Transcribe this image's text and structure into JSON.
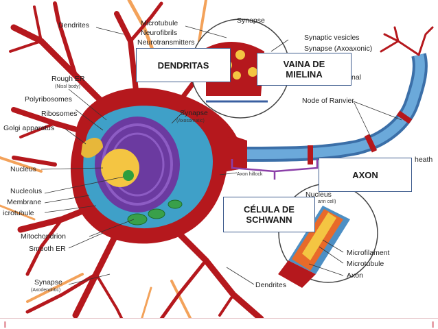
{
  "labels": {
    "dendrites_top": "Dendrites",
    "microtubule_top": "Microtubule",
    "neurofibrils": "Neurofibrils",
    "neurotransmitters": "Neurotransmitters",
    "synapse_top": "Synapse",
    "synaptic_vesicles": "Synaptic vesicles",
    "synapse_axoaxonic": "Synapse (Axoaxonic)",
    "terminal": "nal",
    "rough_er": "Rough ER",
    "nissl_body": "(Nissl body)",
    "polyribosomes": "Polyribosomes",
    "ribosomes": "Ribosomes",
    "golgi": "Golgi apparatus",
    "synapse_mid": "Synapse",
    "axosomatic": "(Axosomatic)",
    "node_ranvier": "Node of Ranvier",
    "sheath": "heath",
    "nucleus": "Nucleus",
    "nucleolus": "Nucleolus",
    "membrane": "Membrane",
    "microtubule_left": "icrotubule",
    "axon_hillock": "Axon hillock",
    "nucleus_schwann": "Nucleus",
    "schwann_cell": "ann cell)",
    "mitochondrion": "Mitochondrion",
    "smooth_er": "Smooth ER",
    "synapse_bottom": "Synapse",
    "axodendritic": "(Axodendritic)",
    "dendrites_bottom": "Dendrites",
    "microfilament": "Microfilament",
    "microtubule_bottom": "Microtubule",
    "axon_small": "Axon"
  },
  "callouts": {
    "dendritas": "DENDRITAS",
    "vaina_line1": "VAINA DE",
    "vaina_line2": "MIELINA",
    "axon": "AXON",
    "celula_line1": "CÉLULA DE",
    "celula_line2": "SCHWANN"
  },
  "colors": {
    "neuron_red": "#b5181d",
    "myelin_blue": "#4d8fc4",
    "cytoplasm_blue": "#3fa0c8",
    "nucleus_purple": "#5a2c8c",
    "nucleus_yellow": "#f4c542",
    "dendrite_orange": "#f3a25a",
    "callout_border": "#3c5a8c",
    "bracket_purple": "#8b3fa8"
  }
}
